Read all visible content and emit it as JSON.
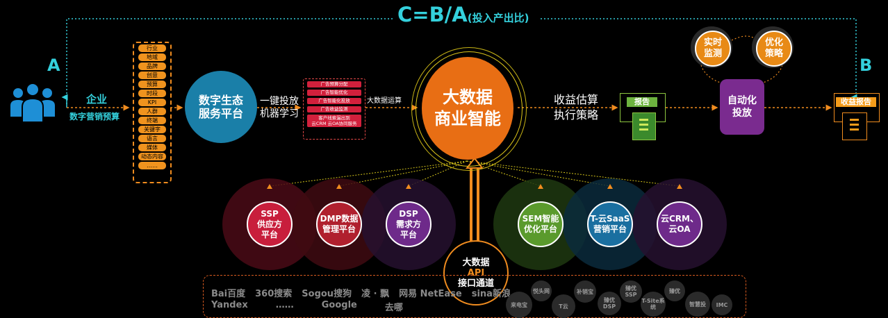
{
  "formula": {
    "main": "C=B/A",
    "sub": "(投入产出比)"
  },
  "label_a": "A",
  "label_b": "B",
  "enterprise": {
    "title": "企业",
    "subtitle": "数字营销预算"
  },
  "tags": [
    "行业",
    "地域",
    "品牌",
    "创意",
    "预算",
    "时段",
    "KPI",
    "人群",
    "终端",
    "关键字",
    "语言",
    "媒体",
    "动态内容",
    "……"
  ],
  "eco_platform": {
    "line1": "数字生态",
    "line2": "服务平台"
  },
  "one_click": {
    "line1": "一键投放",
    "line2": "机器学习"
  },
  "red_tags": [
    "广告预算分配",
    "广告智能优化",
    "广告智能化投放",
    "广告收益监测",
    "客户线索漏出到\n云CRM 云OA协同服务"
  ],
  "bigdata_calc": "大数据运算",
  "bigdata_center": {
    "line1": "大数据",
    "line2": "商业智能"
  },
  "revenue": {
    "line1": "收益估算",
    "line2": "执行策略"
  },
  "report": "报告",
  "realtime": {
    "line1": "实时",
    "line2": "监测"
  },
  "optimize": {
    "line1": "优化",
    "line2": "策略"
  },
  "auto_invest": {
    "line1": "自动化",
    "line2": "投放"
  },
  "income_report": "收益报告",
  "platforms": [
    {
      "line1": "SSP",
      "line2": "供应方",
      "line3": "平台"
    },
    {
      "line1": "DMP数据",
      "line2": "管理平台",
      "line3": ""
    },
    {
      "line1": "DSP",
      "line2": "需求方",
      "line3": "平台"
    },
    {
      "line1": "SEM智能",
      "line2": "优化平台",
      "line3": ""
    },
    {
      "line1": "T-云SaaS",
      "line2": "营销平台",
      "line3": ""
    },
    {
      "line1": "云CRM、",
      "line2": "云OA",
      "line3": ""
    }
  ],
  "api": {
    "line1": "大数据",
    "line2": "API",
    "line3": "接口通道"
  },
  "logos_row1": [
    "Bai百度",
    "360搜索",
    "Sogou搜狗",
    "凌 · 飘",
    "网易 NetEase",
    "sina新浪"
  ],
  "logos_row2": [
    "Yandex",
    "……",
    "Google",
    "去哪"
  ],
  "bubbles": [
    "来电宝",
    "悦头网",
    "T云",
    "补销宝",
    "臻优DSP",
    "臻优SSP",
    "T-Site系统",
    "臻优",
    "智慧投",
    "IMC"
  ],
  "colors": {
    "cyan": "#34d0dc",
    "orange": "#f08c1f",
    "blue": "#1a7fa8",
    "bigdata_orange": "#e86e14",
    "purple": "#7a2b8f",
    "green": "#6db33f"
  }
}
